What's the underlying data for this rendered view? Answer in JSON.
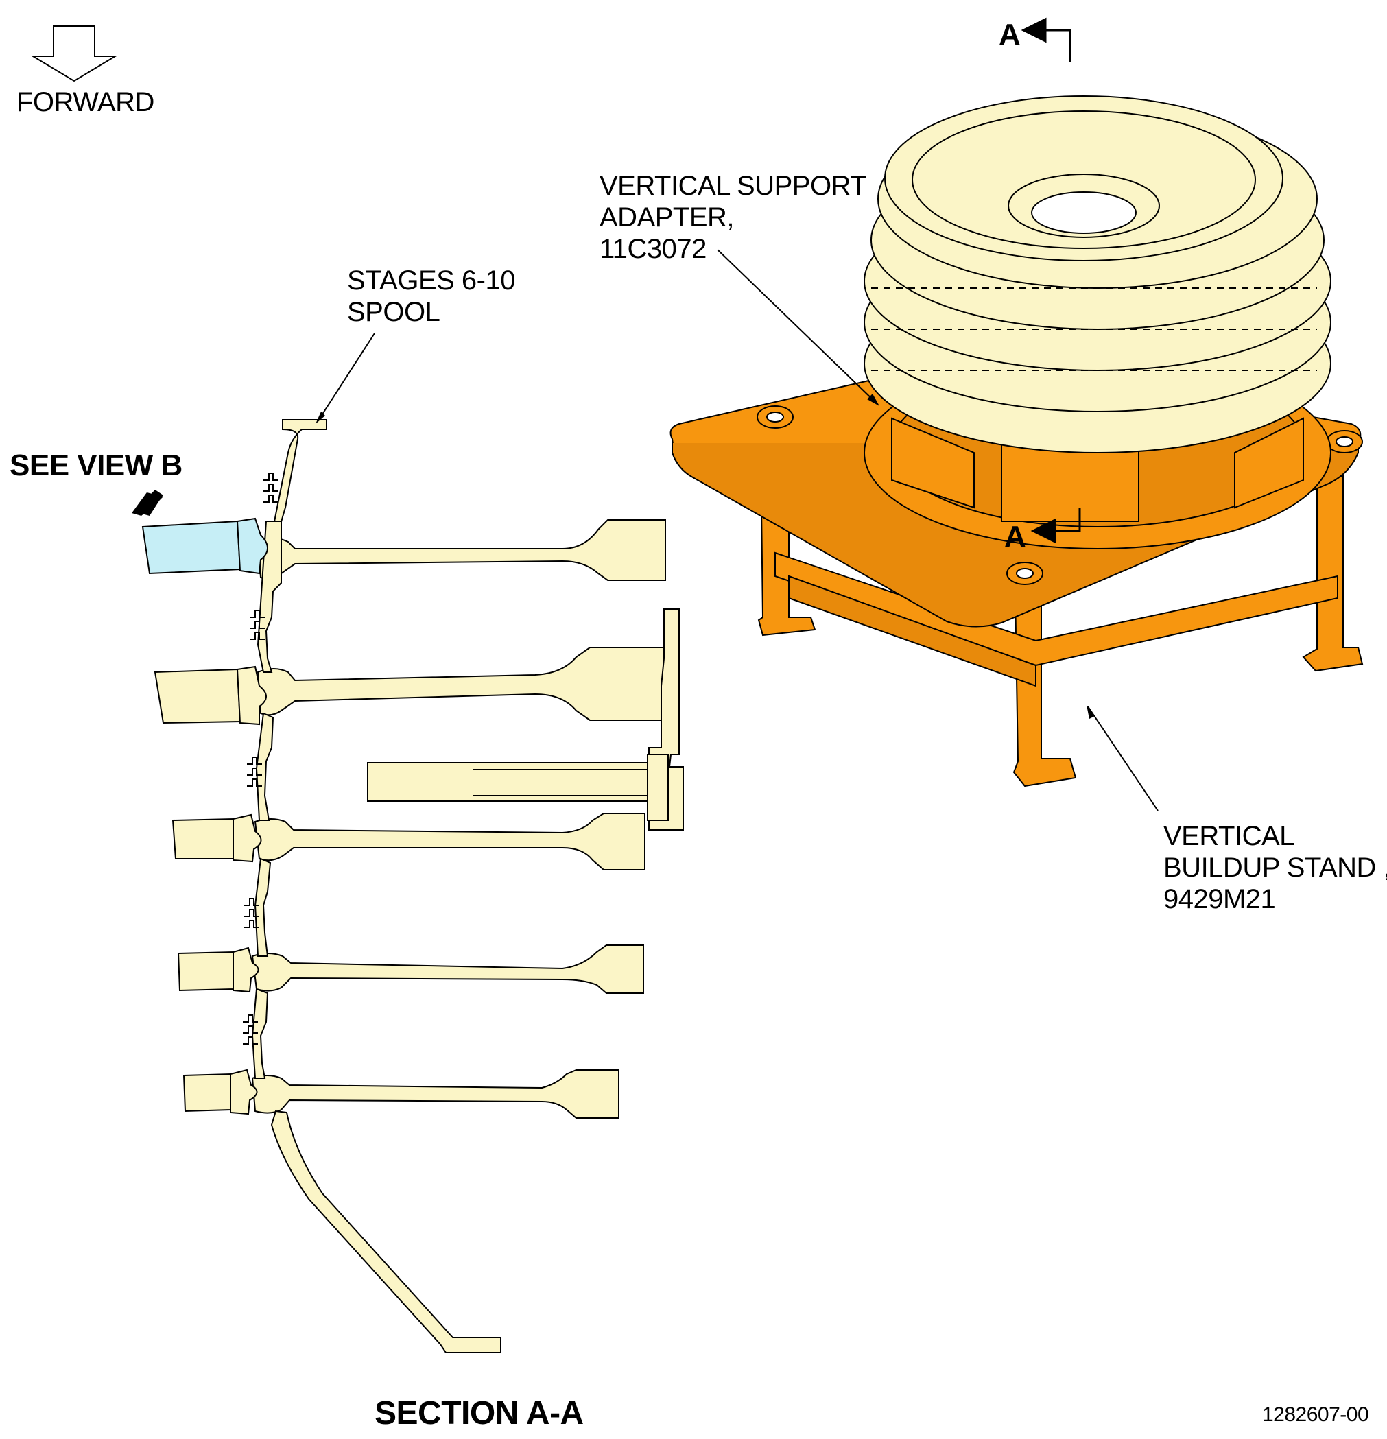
{
  "labels": {
    "forward": "FORWARD",
    "see_view_b": "SEE VIEW B",
    "stages_spool": [
      "STAGES 6-10",
      "SPOOL"
    ],
    "adapter": [
      "VERTICAL SUPPORT",
      "ADAPTER,",
      "11C3072"
    ],
    "stand": [
      "VERTICAL",
      "BUILDUP STAND ,",
      "9429M21"
    ],
    "section_marker_top": "A",
    "section_marker_mid": "A",
    "section_title": "SECTION A-A",
    "figure_number": "1282607-00"
  },
  "colors": {
    "spool_fill": "#fbf5c7",
    "blade_highlight": "#c6eef6",
    "stand_orange": "#f7960f",
    "line": "#000000"
  },
  "icons": [
    "forward-arrow-icon",
    "view-arrow-icon",
    "section-arrow-icon"
  ]
}
